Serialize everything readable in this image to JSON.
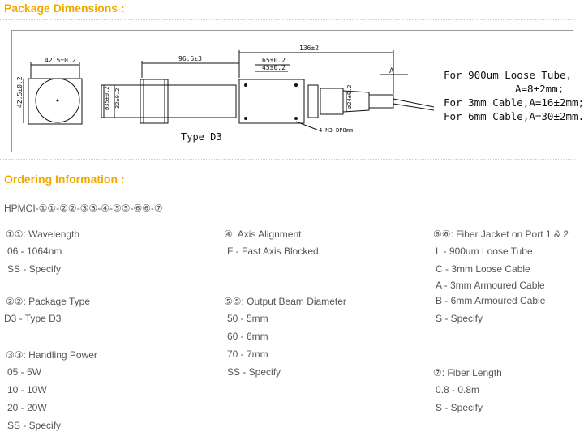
{
  "headings": {
    "package_dimensions": "Package Dimensions :",
    "ordering_information": "Ordering Information :"
  },
  "drawing": {
    "type_label": "Type D3",
    "dim_width": "42.5±0.2",
    "dim_height": "42.5±0.2",
    "dim_96": "96.5±3",
    "dim_136": "136±2",
    "dim_65": "65±0.2",
    "dim_45": "45±0.2",
    "dim_A": "A",
    "dim_phi35": "ø35±0.2",
    "dim_32": "32±0.2",
    "dim_phi24": "ø24±0.2",
    "screw_note": "4-M3 DP8mm",
    "notes": [
      "For 900um Loose Tube,",
      "A=8±2mm;",
      "For 3mm Cable,A=16±2mm;",
      "For 6mm Cable,A=30±2mm."
    ]
  },
  "ordering": {
    "code": "HPMCI-①①-②②-③③-④-⑤⑤-⑥⑥-⑦",
    "sections": [
      {
        "title": "①①: Wavelength",
        "options": [
          "06 - 1064nm",
          "SS - Specify"
        ]
      },
      {
        "title": "②②: Package Type",
        "options": [
          "D3 - Type D3"
        ]
      },
      {
        "title": "③③: Handling Power",
        "options": [
          "05 - 5W",
          "10 - 10W",
          "20 - 20W",
          "SS - Specify"
        ]
      },
      {
        "title": "④: Axis Alignment",
        "options": [
          "F - Fast Axis Blocked"
        ]
      },
      {
        "title": "⑤⑤: Output Beam Diameter",
        "options": [
          "50 - 5mm",
          "60 - 6mm",
          "70 - 7mm",
          "SS - Specify"
        ]
      },
      {
        "title": "⑥⑥: Fiber Jacket on Port 1 & 2",
        "options": [
          "L - 900um Loose Tube",
          "C - 3mm Loose Cable",
          "A - 3mm Armoured Cable",
          "B - 6mm Armoured Cable",
          "S - Specify"
        ]
      },
      {
        "title": "⑦: Fiber Length",
        "options": [
          "0.8 - 0.8m",
          "S - Specify"
        ]
      }
    ]
  }
}
